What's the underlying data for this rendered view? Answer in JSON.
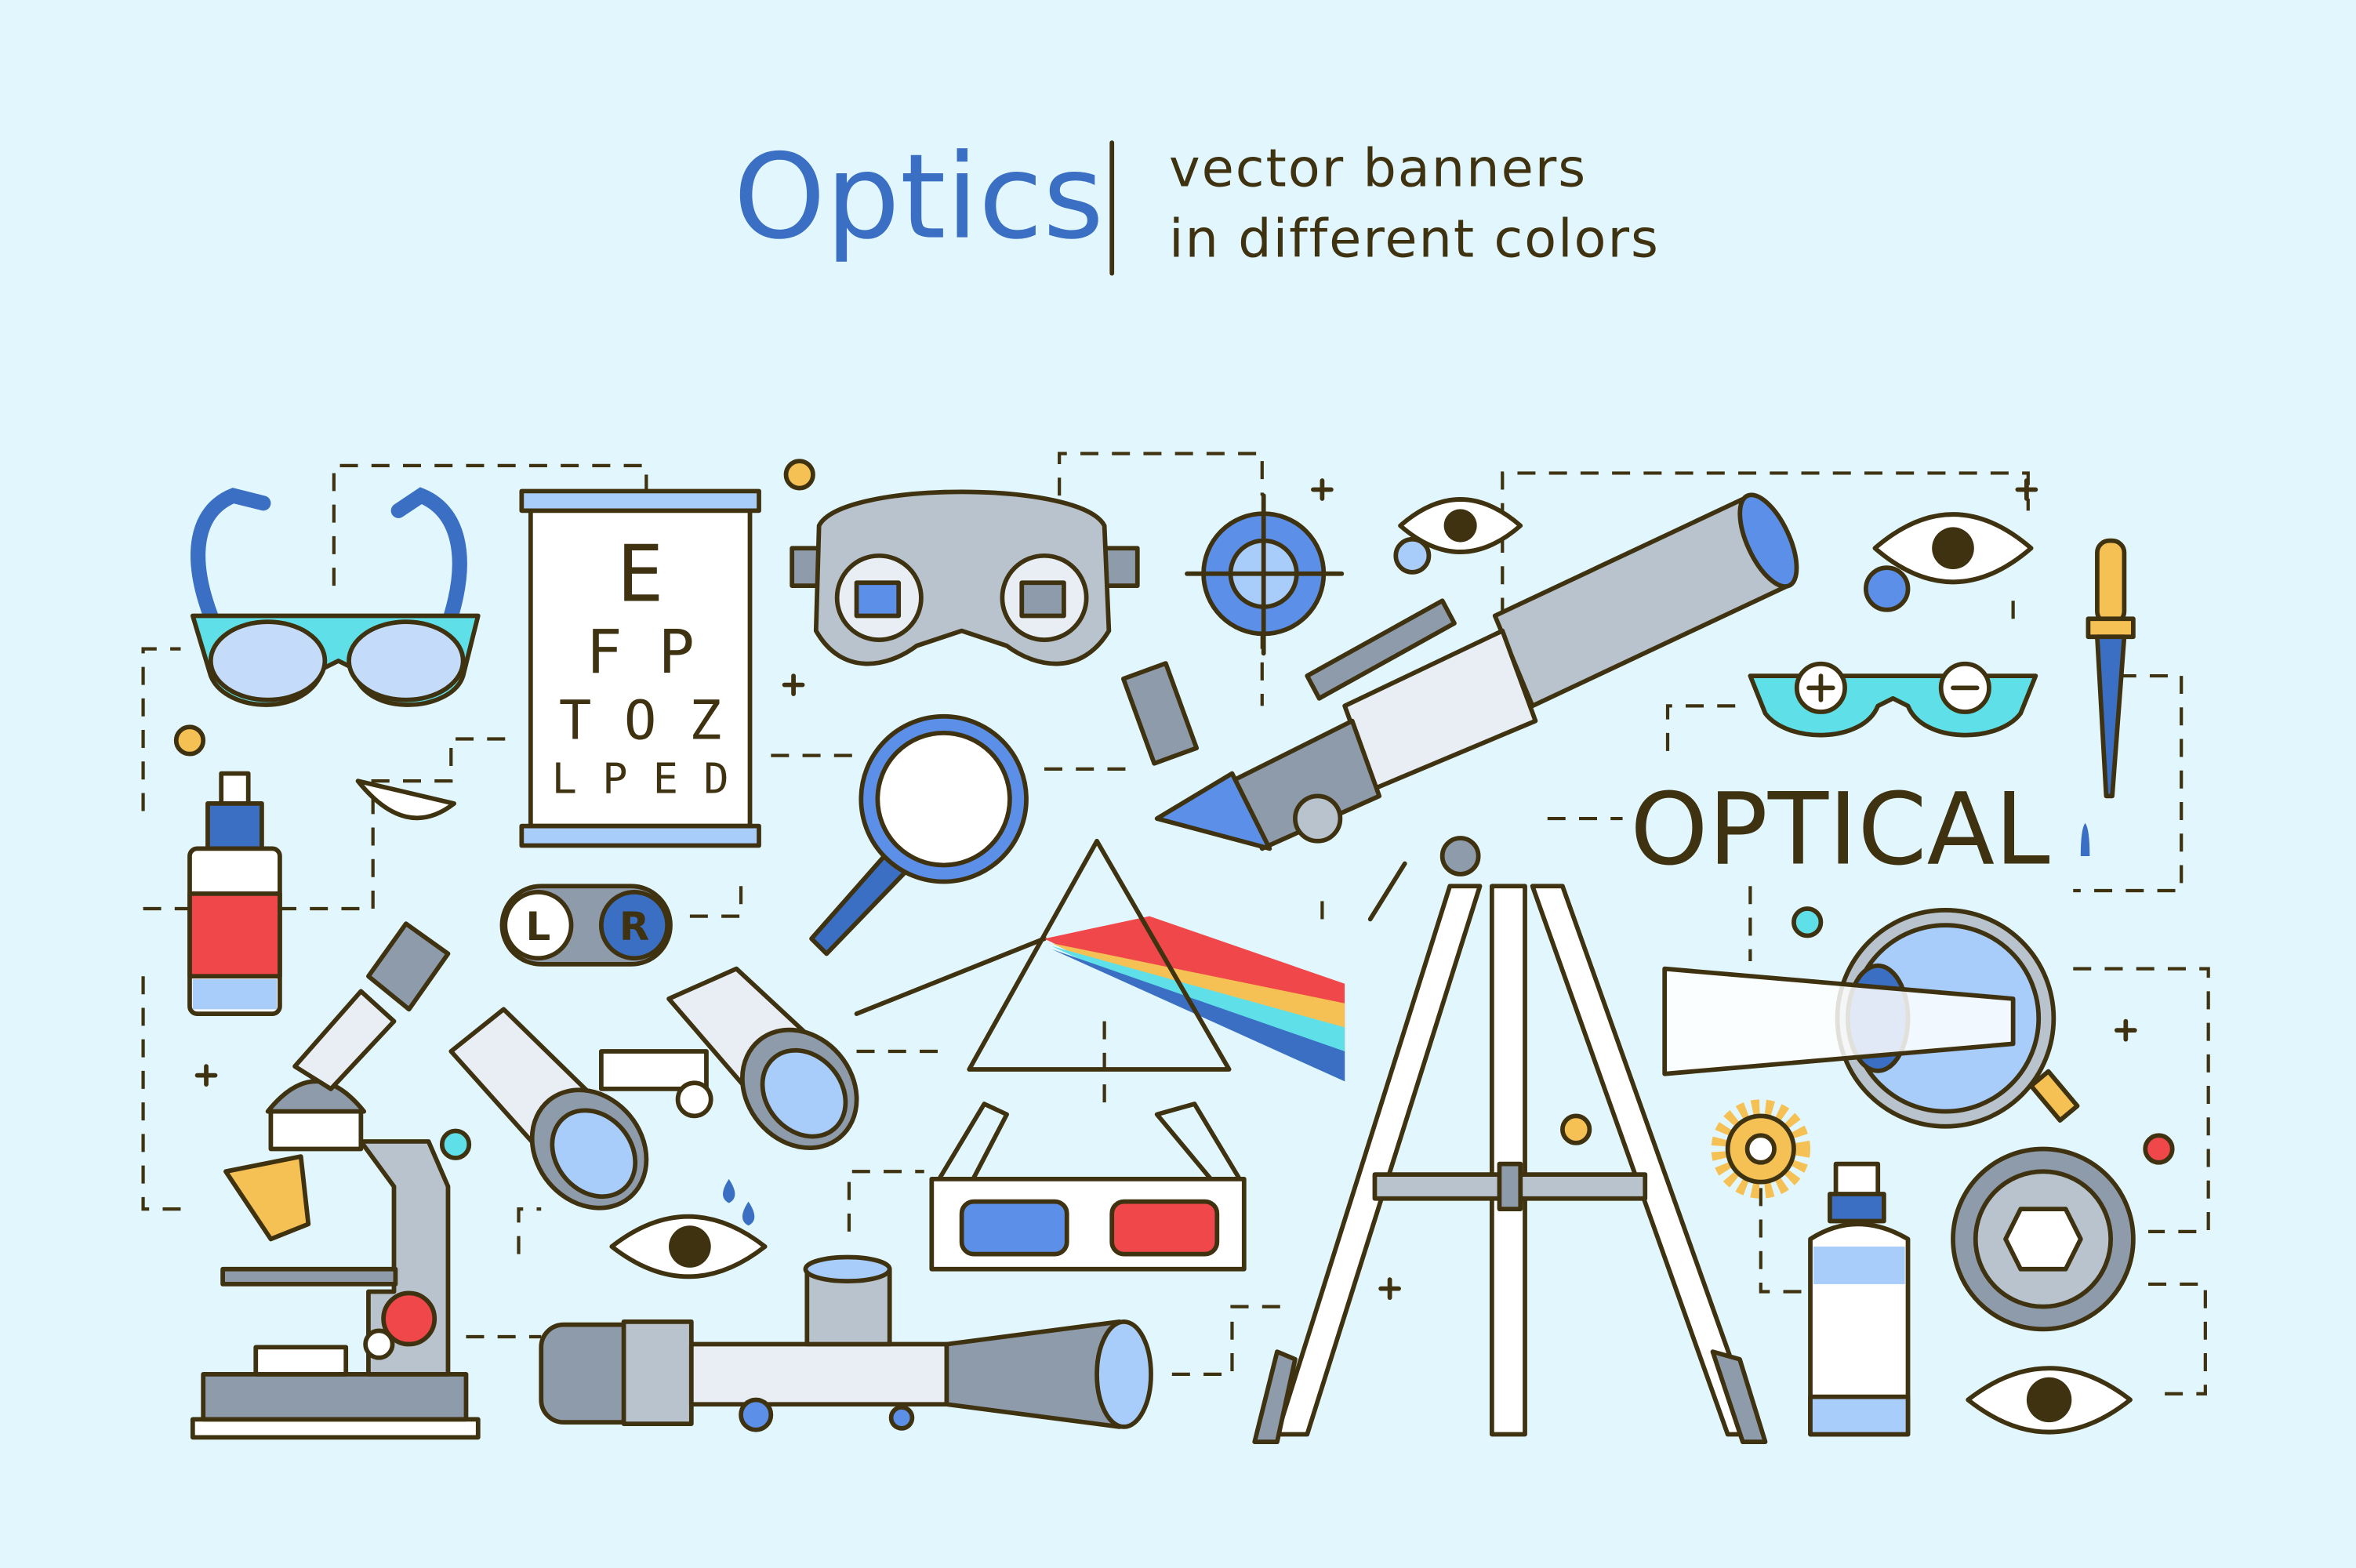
{
  "header": {
    "title": "Optics",
    "subtitle_line1": "vector banners",
    "subtitle_line2": "in different colors"
  },
  "eye_chart": {
    "rows": [
      "E",
      "F P",
      "T O Z",
      "L P E D"
    ]
  },
  "lens_case": {
    "left": "L",
    "right": "R"
  },
  "optical_label": "OPTICAL",
  "colors": {
    "background": "#e2f7fd",
    "accent_blue": "#3a6fc4",
    "outline": "#3f3210",
    "red": "#f0474a",
    "yellow": "#f5c155",
    "cyan": "#5fe0e8",
    "grey": "#8e9bab"
  }
}
